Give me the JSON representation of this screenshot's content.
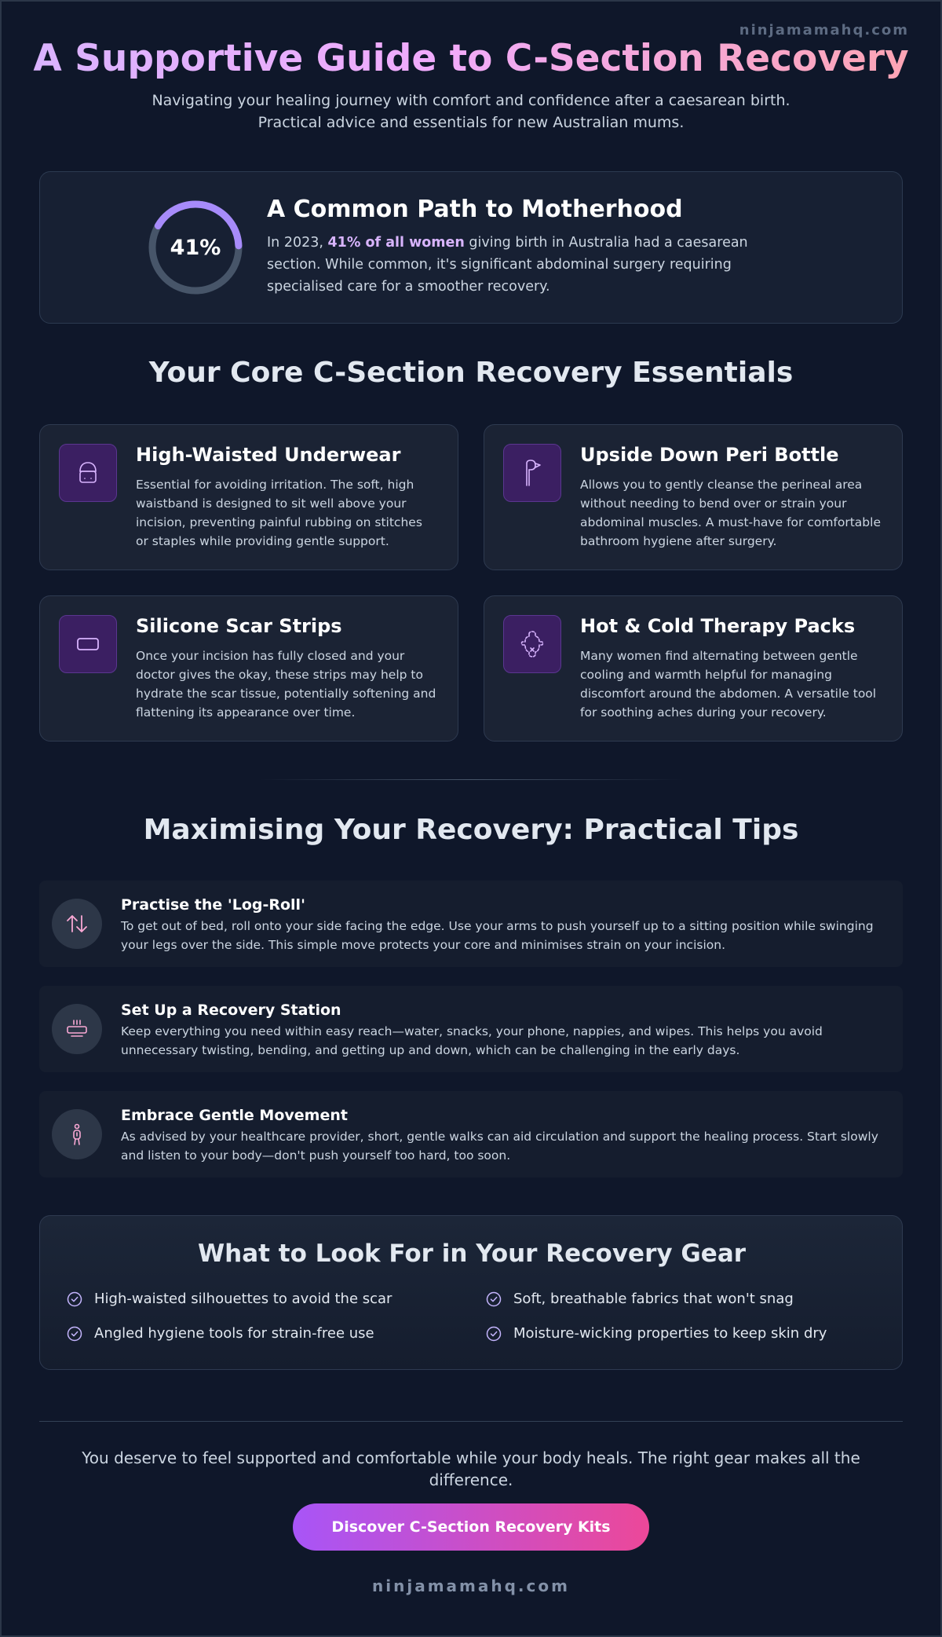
{
  "site": {
    "watermark": "ninjamamahq.com"
  },
  "hero": {
    "title": "A Supportive Guide to C-Section Recovery",
    "subtitle": "Navigating your healing journey with comfort and confidence after a caesarean birth. Practical advice and essentials for new Australian mums."
  },
  "stat": {
    "percent_label": "41%",
    "percent_value": 41,
    "title": "A Common Path to Motherhood",
    "body_before": "In 2023, ",
    "body_highlight": "41% of all women",
    "body_after": " giving birth in Australia had a caesarean section. While common, it's significant abdominal surgery requiring specialised care for a smoother recovery."
  },
  "essentials": {
    "heading": "Your Core C-Section Recovery Essentials",
    "items": [
      {
        "icon": "underwear-icon",
        "title": "High-Waisted Underwear",
        "body": "Essential for avoiding irritation. The soft, high waistband is designed to sit well above your incision, preventing painful rubbing on stitches or staples while providing gentle support."
      },
      {
        "icon": "peri-bottle-icon",
        "title": "Upside Down Peri Bottle",
        "body": "Allows you to gently cleanse the perineal area without needing to bend over or strain your abdominal muscles. A must-have for comfortable bathroom hygiene after surgery."
      },
      {
        "icon": "scar-strip-icon",
        "title": "Silicone Scar Strips",
        "body": "Once your incision has fully closed and your doctor gives the okay, these strips may help to hydrate the scar tissue, potentially softening and flattening its appearance over time."
      },
      {
        "icon": "therapy-pack-icon",
        "title": "Hot & Cold Therapy Packs",
        "body": "Many women find alternating between gentle cooling and warmth helpful for managing discomfort around the abdomen. A versatile tool for soothing aches during your recovery."
      }
    ]
  },
  "tips": {
    "heading": "Maximising Your Recovery: Practical Tips",
    "items": [
      {
        "icon": "log-roll-arrows-icon",
        "title": "Practise the 'Log-Roll'",
        "body": "To get out of bed, roll onto your side facing the edge. Use your arms to push yourself up to a sitting position while swinging your legs over the side. This simple move protects your core and minimises strain on your incision."
      },
      {
        "icon": "recovery-station-icon",
        "title": "Set Up a Recovery Station",
        "body": "Keep everything you need within easy reach—water, snacks, your phone, nappies, and wipes. This helps you avoid unnecessary twisting, bending, and getting up and down, which can be challenging in the early days."
      },
      {
        "icon": "walking-person-icon",
        "title": "Embrace Gentle Movement",
        "body": "As advised by your healthcare provider, short, gentle walks can aid circulation and support the healing process. Start slowly and listen to your body—don't push yourself too hard, too soon."
      }
    ]
  },
  "gear": {
    "heading": "What to Look For in Your Recovery Gear",
    "items": [
      "High-waisted silhouettes to avoid the scar",
      "Soft, breathable fabrics that won't snag",
      "Angled hygiene tools for strain-free use",
      "Moisture-wicking properties to keep skin dry"
    ]
  },
  "closing": {
    "text": "You deserve to feel supported and comfortable while your body heals. The right gear makes all the difference.",
    "cta_label": "Discover C-Section Recovery Kits"
  },
  "colors": {
    "background": "#0f172a",
    "card": "#1b2334",
    "accent_purple": "#a855f7",
    "accent_pink": "#ec4899",
    "highlight": "#d8b4fe",
    "ring_track": "#475569",
    "ring_fill": "#a78bfa"
  }
}
